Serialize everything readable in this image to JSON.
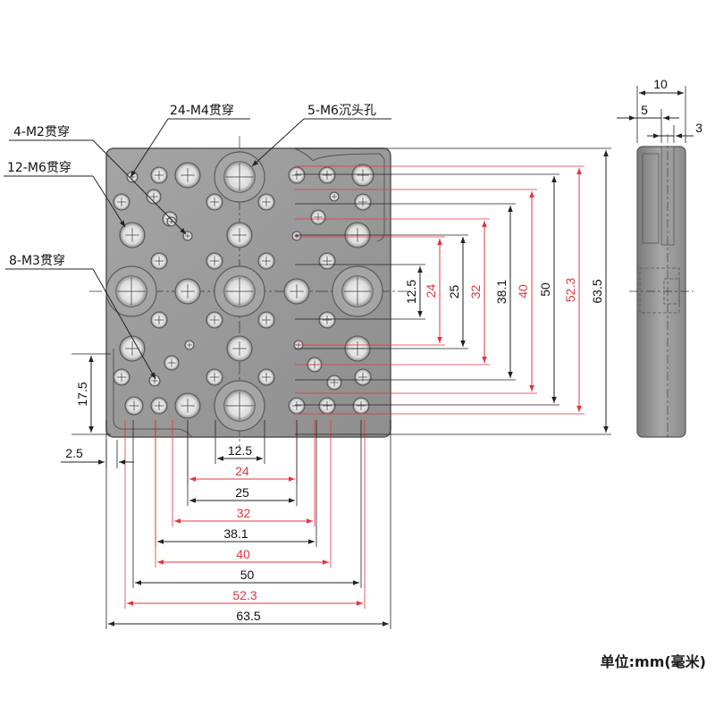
{
  "callouts": {
    "m4": "24-M4贯穿",
    "m6c": "5-M6沉头孔",
    "m2": "4-M2贯穿",
    "m6": "12-M6贯穿",
    "m3": "8-M3贯穿"
  },
  "unit_label": "单位:mm(毫米)",
  "horizontal_dims": [
    {
      "value": "12.5",
      "color": "black"
    },
    {
      "value": "24",
      "color": "red"
    },
    {
      "value": "25",
      "color": "black"
    },
    {
      "value": "32",
      "color": "red"
    },
    {
      "value": "38.1",
      "color": "black"
    },
    {
      "value": "40",
      "color": "red"
    },
    {
      "value": "50",
      "color": "black"
    },
    {
      "value": "52.3",
      "color": "red"
    },
    {
      "value": "63.5",
      "color": "black"
    }
  ],
  "vertical_dims": [
    {
      "value": "12.5",
      "color": "black"
    },
    {
      "value": "24",
      "color": "red"
    },
    {
      "value": "25",
      "color": "black"
    },
    {
      "value": "32",
      "color": "red"
    },
    {
      "value": "38.1",
      "color": "black"
    },
    {
      "value": "40",
      "color": "red"
    },
    {
      "value": "50",
      "color": "black"
    },
    {
      "value": "52.3",
      "color": "red"
    },
    {
      "value": "63.5",
      "color": "black"
    }
  ],
  "edge_dims": {
    "left_offset": "2.5",
    "left_height": "17.5"
  },
  "side_view_dims": {
    "thickness_total": "10",
    "thickness_mid": "5",
    "thickness_small": "3"
  },
  "colors": {
    "plate_fill": "#9a9a9a",
    "plate_edge": "#555555",
    "dim_black": "#111111",
    "dim_red": "#e3343f"
  }
}
